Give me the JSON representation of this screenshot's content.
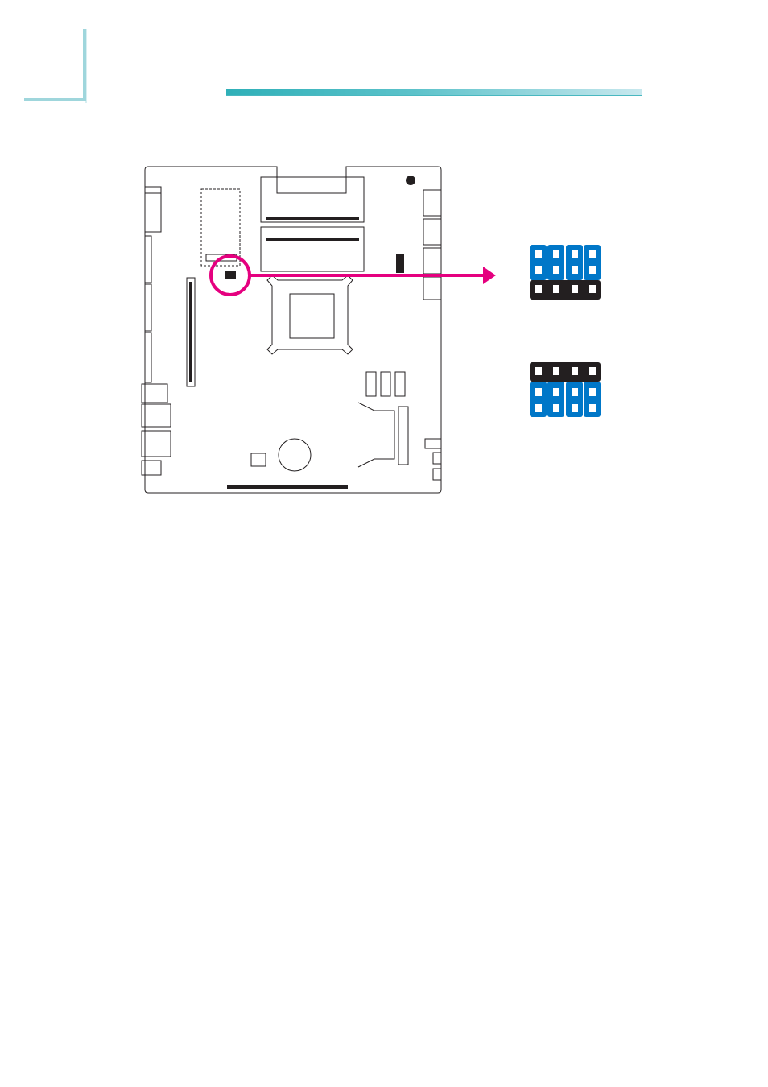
{
  "colors": {
    "accent_teal": "#2fb0b8",
    "highlight_magenta": "#e5007f",
    "jumper_cap_blue": "#0077c8",
    "jumper_pin_black": "#231f20",
    "board_outline": "#231f20"
  },
  "icons": {
    "jumper_setting_a": "jumper-setting-icon",
    "jumper_setting_b": "jumper-setting-icon"
  },
  "jumpers": [
    {
      "name": "setting-a",
      "cap_row": "top",
      "pins": 4
    },
    {
      "name": "setting-b",
      "cap_row": "bottom",
      "pins": 4
    }
  ]
}
